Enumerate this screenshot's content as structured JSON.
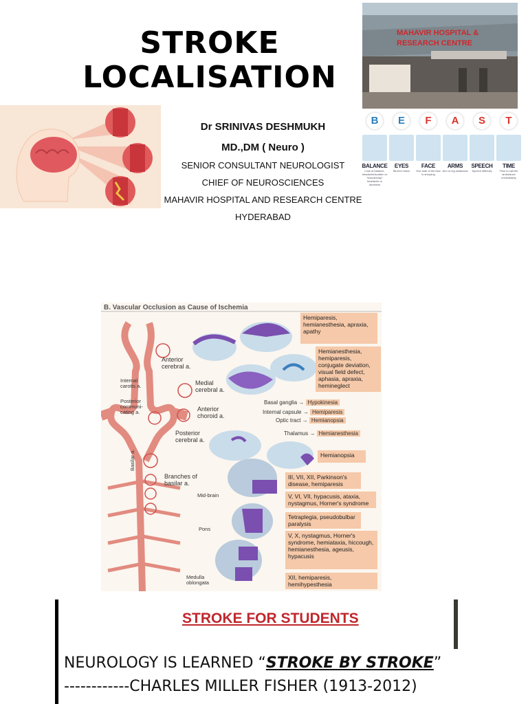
{
  "title": {
    "line1": "STROKE",
    "line2": "LOCALISATION"
  },
  "hospital_sign": {
    "line1": "MAHAVIR HOSPITAL &",
    "line2": "RESEARCH CENTRE"
  },
  "author": {
    "name": "Dr SRINIVAS DESHMUKH",
    "degrees": "MD.,DM ( Neuro )",
    "roles": [
      "SENIOR CONSULTANT NEUROLOGIST",
      "CHIEF OF NEUROSCIENCES",
      "MAHAVIR HOSPITAL AND RESEARCH CENTRE",
      "HYDERABAD"
    ]
  },
  "befast": {
    "items": [
      {
        "letter": "B",
        "label": "BALANCE",
        "desc": "Loss of balance, headache/sudden or \"thunderclap\" headache or dizziness",
        "color": "#2a7fbd",
        "icon": "balance-face-icon"
      },
      {
        "letter": "E",
        "label": "EYES",
        "desc": "Blurred vision",
        "color": "#2a7fbd",
        "icon": "eye-icon"
      },
      {
        "letter": "F",
        "label": "FACE",
        "desc": "One side of the face is drooping",
        "color": "#d9342b",
        "icon": "face-icon"
      },
      {
        "letter": "A",
        "label": "ARMS",
        "desc": "Arm or leg weakness",
        "color": "#d9342b",
        "icon": "arm-icon"
      },
      {
        "letter": "S",
        "label": "SPEECH",
        "desc": "Speech difficulty",
        "color": "#d9342b",
        "icon": "speech-icon"
      },
      {
        "letter": "T",
        "label": "TIME",
        "desc": "Time to call the ambulance immediately",
        "color": "#d9342b",
        "icon": "phone-clock-icon"
      }
    ]
  },
  "figure": {
    "caption": "B. Vascular Occlusion as Cause of Ischemia",
    "vessel_labels": {
      "aca": "Anterior cerebral a.",
      "ica": "Internal carotis a.",
      "pcom": "Posterior communi-cating a.",
      "mca": "Medial cerebral a.",
      "achor": "Anterior choroid a.",
      "pca": "Posterior cerebral a.",
      "basilar": "Basilar a.",
      "branches": "Branches of basilar a.",
      "midbrain": "Mid-brain",
      "pons": "Pons",
      "medulla": "Medulla oblongata"
    },
    "boxes": [
      "Hemiparesis, hemianesthesia, apraxia, apathy",
      "Hemianesthesia, hemiparesis, conjugate deviation, visual field defect, aphasia, apraxia, hemineglect",
      "Hemianopsia",
      "III, VII, XII, Parkinson's disease, hemiparesis",
      "V, VI, VII, hypacusis, ataxia, nystagmus, Horner's syndrome",
      "Tetraplegia, pseudobulbar paralysis",
      "V, X, nystagmus, Horner's syndrome, hemiataxia, hiccough, hemianesthesia, ageusis, hypacusis",
      "XII, hemiparesis, hemihypesthesia"
    ],
    "arrows": [
      {
        "from": "Basal ganglia",
        "to": "Hypokinesia"
      },
      {
        "from": "Internal capsule",
        "to": "Hemiparesis"
      },
      {
        "from": "Optic tract",
        "to": "Hemianopsia"
      },
      {
        "from": "Thalamus",
        "to": "Hemianesthesia"
      }
    ]
  },
  "bottom": {
    "heading": "STROKE FOR STUDENTS",
    "quote_prefix": "NEUROLOGY IS LEARNED “",
    "quote_bold": "STROKE BY STROKE",
    "quote_suffix": "”",
    "attribution": "------------CHARLES MILLER FISHER (1913-2012)"
  }
}
